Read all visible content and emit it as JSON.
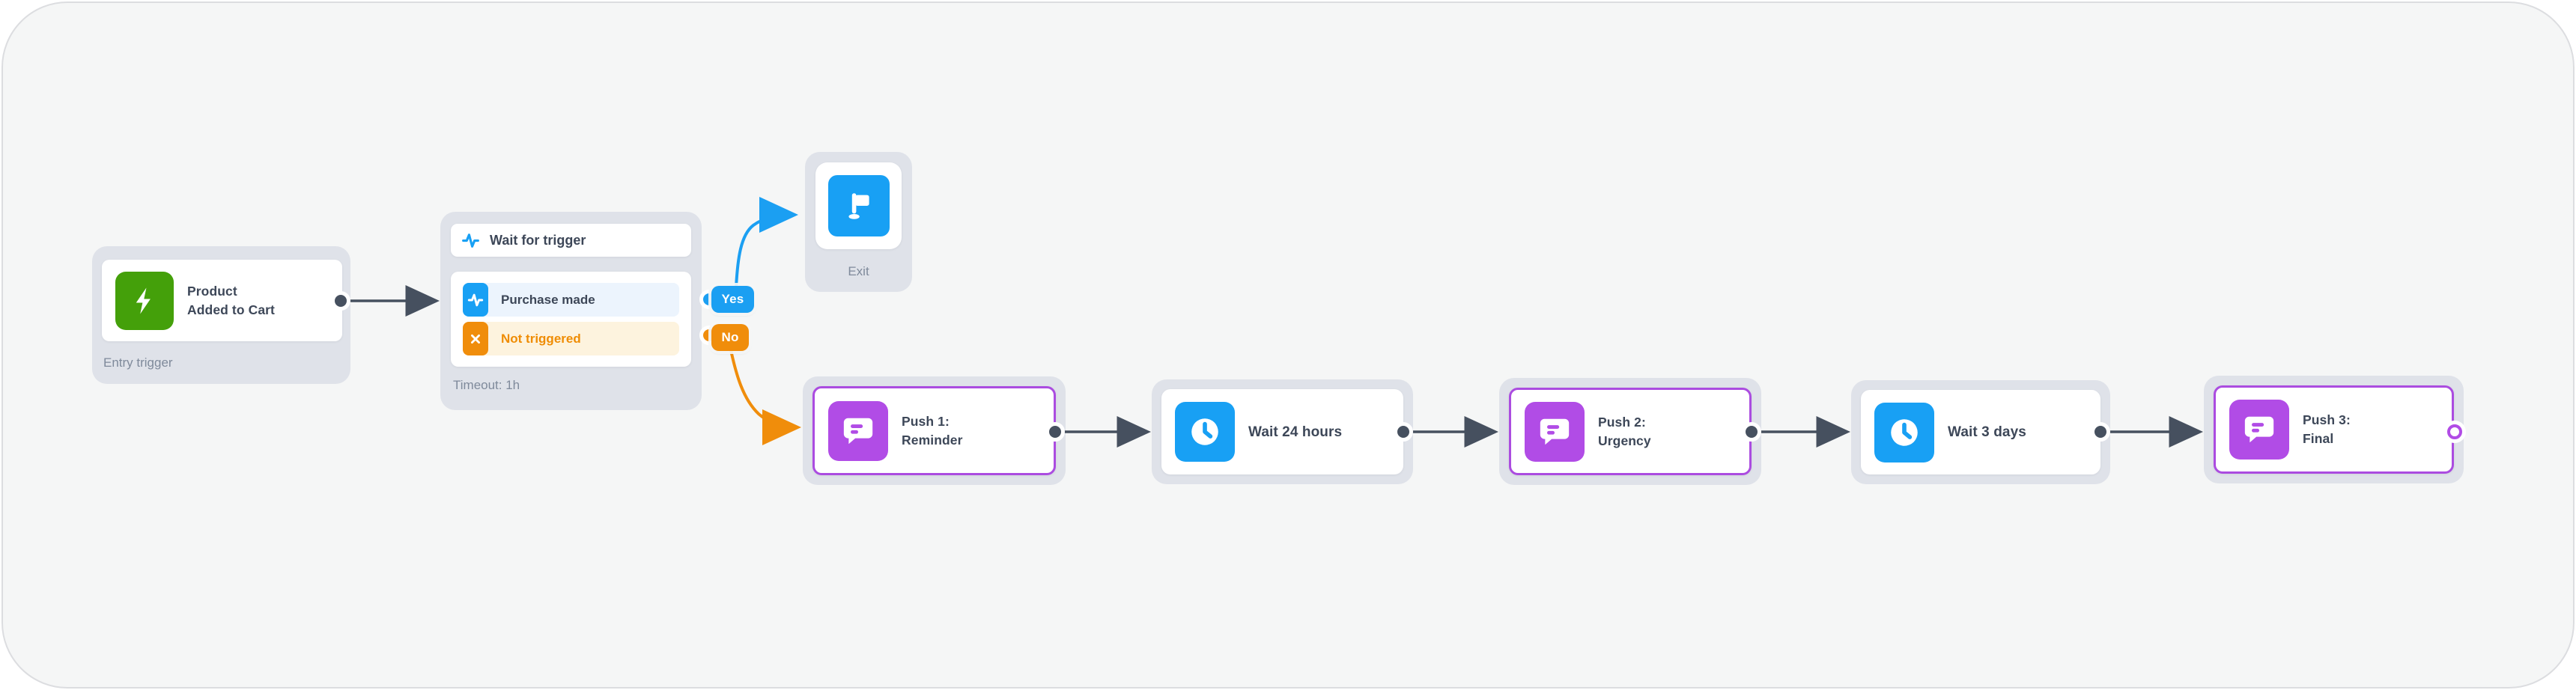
{
  "canvas": {
    "background": "#f5f6f6",
    "border": "#dcdde0",
    "colors": {
      "accent_blue": "#18a0f4",
      "accent_green": "#44a00a",
      "accent_orange": "#f08d0b",
      "accent_purple": "#b14ce6",
      "connector_dark": "#46505f",
      "text_dark": "#3d4758",
      "text_gray": "#7f8a9b",
      "row_blue_bg": "#ecf4fd",
      "row_orange_bg": "#fdf3de"
    }
  },
  "nodes": {
    "entry": {
      "title": "Product\nAdded to Cart",
      "caption": "Entry trigger",
      "icon": "lightning-icon"
    },
    "wait_for_trigger": {
      "title": "Wait for trigger",
      "icon": "activity-icon",
      "rows": [
        {
          "label": "Purchase made",
          "icon": "activity-icon"
        },
        {
          "label": "Not triggered",
          "icon": "x-icon"
        }
      ],
      "footer": "Timeout: 1h"
    },
    "exit": {
      "caption": "Exit",
      "icon": "flag-icon"
    },
    "push1": {
      "title": "Push 1:\nReminder",
      "icon": "message-icon"
    },
    "wait24": {
      "title": "Wait 24 hours",
      "icon": "clock-icon"
    },
    "push2": {
      "title": "Push 2:\nUrgency",
      "icon": "message-icon"
    },
    "wait3": {
      "title": "Wait 3 days",
      "icon": "clock-icon"
    },
    "push3": {
      "title": "Push 3:\nFinal",
      "icon": "message-icon"
    }
  },
  "edge_labels": {
    "yes": "Yes",
    "no": "No"
  }
}
